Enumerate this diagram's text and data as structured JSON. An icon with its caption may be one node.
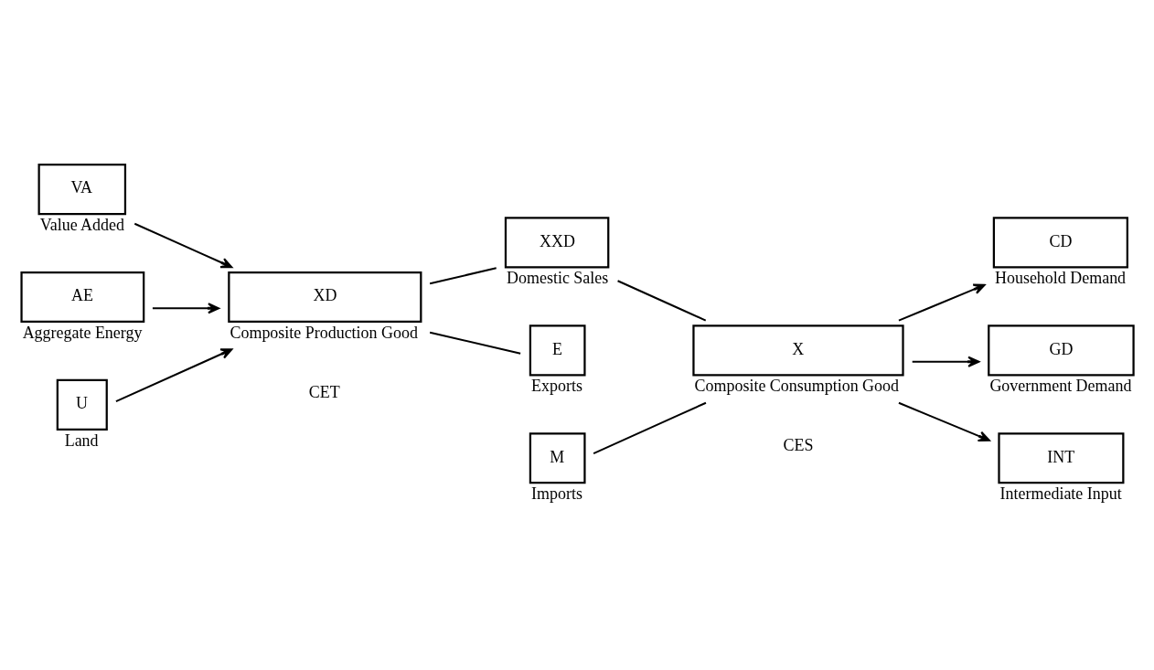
{
  "diagram": {
    "nodes": [
      {
        "text": [
          "VA"
        ],
        "beside": [
          "Value Added"
        ]
      },
      {
        "text": [
          "AE"
        ],
        "beside": [
          "Aggregate Energy"
        ]
      },
      {
        "text": [
          "U"
        ],
        "beside": [
          "Land"
        ]
      },
      {
        "text": [
          "XD"
        ],
        "beside": [
          "Composite Production Good"
        ]
      },
      {
        "text": [
          "M"
        ],
        "beside": [
          "Imports"
        ]
      },
      {
        "text": [
          "XXD"
        ],
        "beside": [
          "Domestic Sales"
        ]
      },
      {
        "text": [
          "E"
        ],
        "beside": [
          "Exports"
        ]
      },
      {
        "text": [
          "X"
        ],
        "beside": [
          "Composite Consumption Good"
        ]
      },
      {
        "text": [
          "CD"
        ],
        "beside": [
          "Household Demand"
        ]
      },
      {
        "text": [
          "GD"
        ],
        "beside": [
          "Government Demand"
        ]
      },
      {
        "text": [
          "INT"
        ],
        "beside": [
          "Intermediate Input"
        ]
      }
    ],
    "edges": [
      {
        "from": 0,
        "to": 3,
        "arrow": "to"
      },
      {
        "from": 1,
        "to": 3,
        "arrow": "to"
      },
      {
        "from": 2,
        "to": 3,
        "arrow": "to"
      },
      {
        "from": 3,
        "to": 5,
        "arrow": "none"
      },
      {
        "from": 3,
        "to": 6,
        "arrow": "none"
      },
      {
        "from": 4,
        "to": 7,
        "arrow": "none"
      },
      {
        "from": 5,
        "to": 7,
        "arrow": "none"
      },
      {
        "from": 7,
        "to": 8,
        "arrow": "to"
      },
      {
        "from": 7,
        "to": 9,
        "arrow": "to"
      },
      {
        "from": 7,
        "to": 10,
        "arrow": "to"
      }
    ],
    "labels": [
      "CET",
      "CES"
    ]
  }
}
